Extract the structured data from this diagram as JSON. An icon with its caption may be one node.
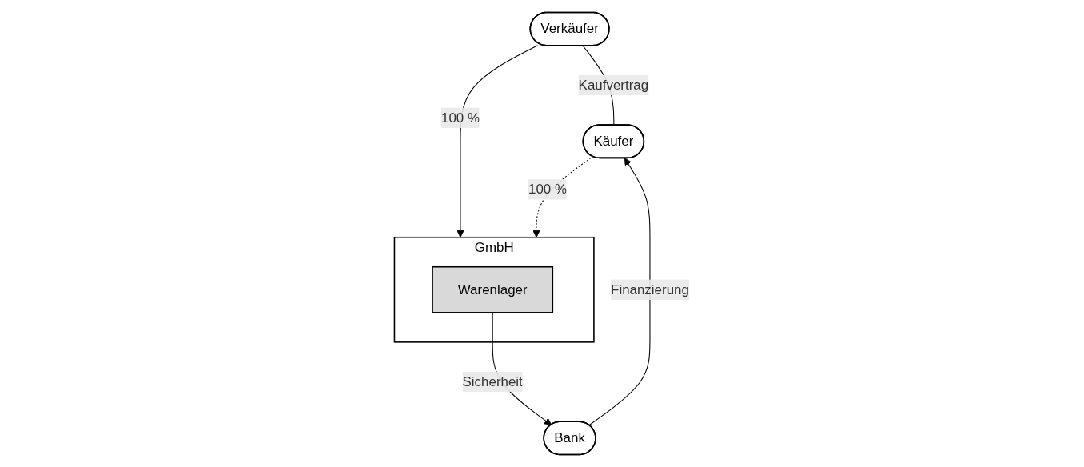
{
  "diagram": {
    "nodes": [
      {
        "text": [
          "Verkäufer"
        ]
      },
      {
        "text": [
          "Käufer"
        ]
      },
      {
        "text": [
          "Bank"
        ]
      },
      {
        "text": [
          "GmbH"
        ]
      },
      {
        "text": [
          "Warenlager"
        ],
        "in": 3
      }
    ],
    "edges": [
      {
        "from": 0,
        "to": 1,
        "arrow": "none",
        "label": "Kaufvertrag"
      },
      {
        "from": 0,
        "to": 3,
        "arrow": "to",
        "label": "100 %"
      },
      {
        "from": 1,
        "to": 3,
        "arrow": "to",
        "label": "100 %",
        "style": "dashed"
      },
      {
        "from": 2,
        "to": 1,
        "arrow": "to",
        "label": "Finanzierung"
      },
      {
        "from": 4,
        "to": 2,
        "arrow": "to",
        "label": "Sicherheit"
      }
    ]
  }
}
